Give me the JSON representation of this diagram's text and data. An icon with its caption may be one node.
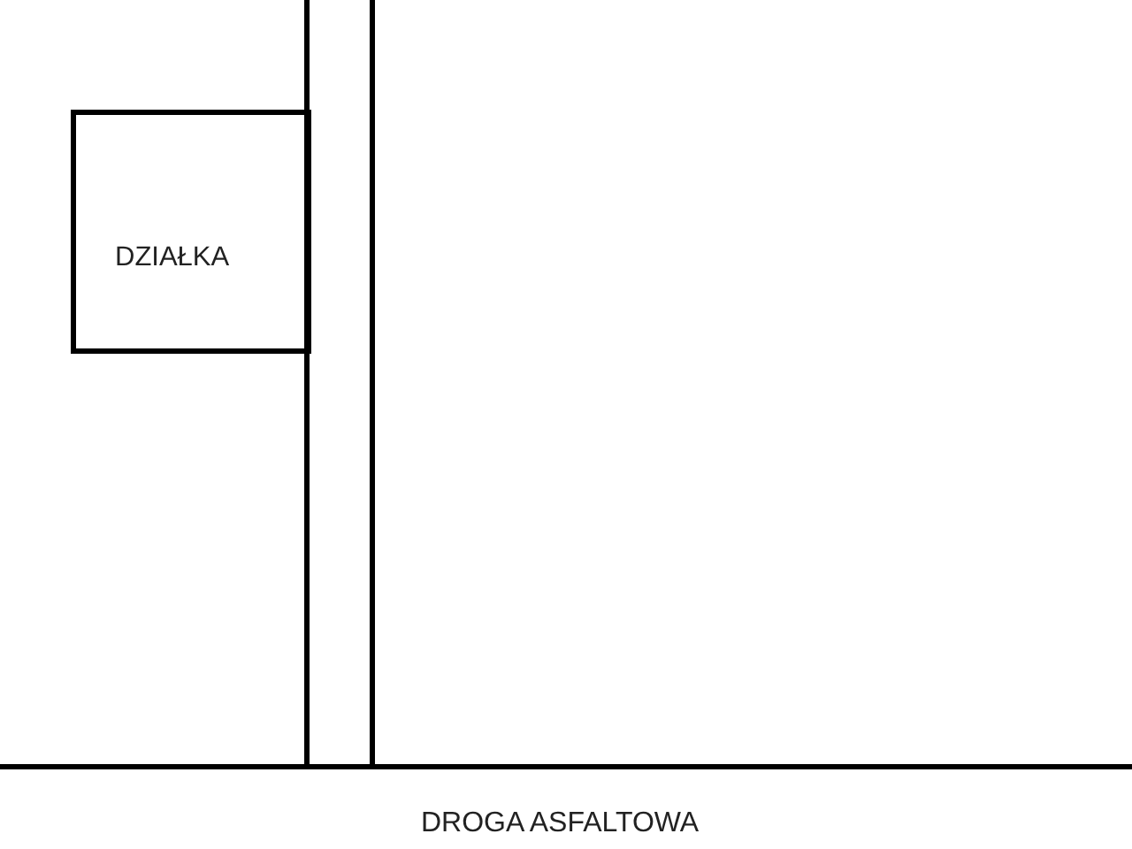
{
  "diagram": {
    "nodes": [
      {
        "text": [
          "DZIAŁKA"
        ]
      },
      {
        "text": [],
        "shape": "box"
      }
    ],
    "labels": [
      "DROGA ASFALTOWA"
    ]
  }
}
